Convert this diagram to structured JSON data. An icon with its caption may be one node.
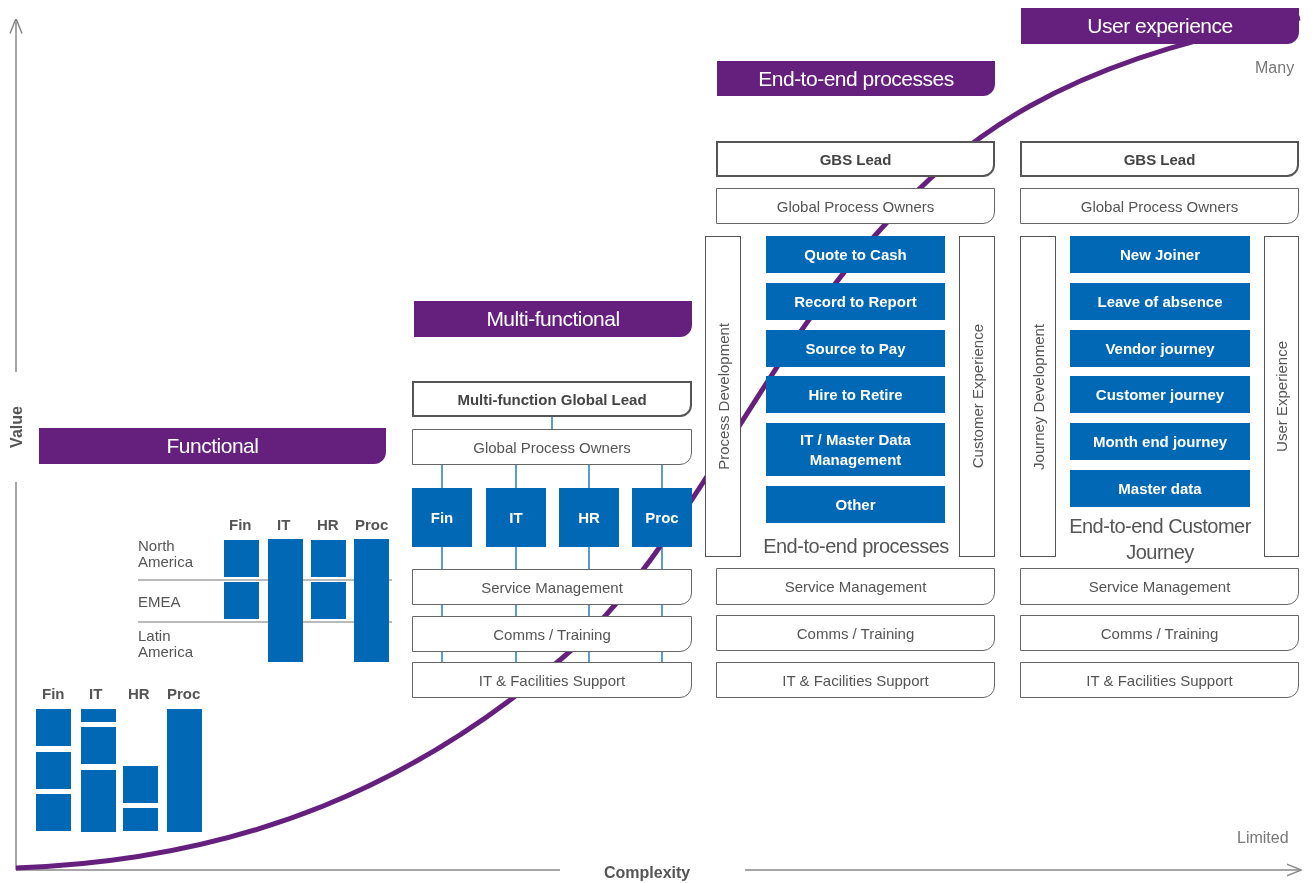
{
  "diagram": {
    "nodes": [
      {
        "text": [
          "Functional"
        ]
      },
      {
        "text": [],
        "shape": "bar"
      },
      {
        "text": [],
        "shape": "bar"
      },
      {
        "text": [],
        "shape": "bar"
      },
      {
        "text": [],
        "shape": "bar"
      },
      {
        "text": [],
        "shape": "bar"
      },
      {
        "text": [],
        "shape": "bar"
      },
      {
        "text": [],
        "shape": "bar"
      },
      {
        "text": [],
        "shape": "bar"
      },
      {
        "text": [],
        "shape": "bar"
      },
      {
        "text": [],
        "shape": "bar"
      },
      {
        "text": [],
        "shape": "bar"
      },
      {
        "text": [],
        "shape": "bar"
      },
      {
        "text": [],
        "shape": "bar"
      },
      {
        "text": [],
        "shape": "bar"
      },
      {
        "text": [],
        "shape": "bar"
      },
      {
        "text": [
          "Multi-functional"
        ]
      },
      {
        "text": [
          "Multi-function Global Lead"
        ]
      },
      {
        "text": [
          "Global Process Owners"
        ]
      },
      {
        "text": [
          "Fin"
        ]
      },
      {
        "text": [
          "IT"
        ]
      },
      {
        "text": [
          "HR"
        ]
      },
      {
        "text": [
          "Proc"
        ]
      },
      {
        "text": [
          "Service Management"
        ]
      },
      {
        "text": [
          "Comms / Training"
        ]
      },
      {
        "text": [
          "IT & Facilities Support"
        ]
      },
      {
        "text": [
          "End-to-end processes"
        ]
      },
      {
        "text": [
          "GBS Lead"
        ]
      },
      {
        "text": [
          "Global Process Owners"
        ]
      },
      {
        "text": [
          "Process Development"
        ]
      },
      {
        "text": [
          "Quote to Cash"
        ]
      },
      {
        "text": [
          "Record to Report"
        ]
      },
      {
        "text": [
          "Source to Pay"
        ]
      },
      {
        "text": [
          "Hire to Retire"
        ]
      },
      {
        "text": [
          "IT / Master Data Management"
        ]
      },
      {
        "text": [
          "Other"
        ]
      },
      {
        "text": [
          "Customer Experience"
        ]
      },
      {
        "text": [
          "Service Management"
        ]
      },
      {
        "text": [
          "Comms / Training"
        ]
      },
      {
        "text": [
          "IT & Facilities Support"
        ]
      },
      {
        "text": [
          "User experience"
        ]
      },
      {
        "text": [
          "GBS Lead"
        ]
      },
      {
        "text": [
          "Global Process Owners"
        ]
      },
      {
        "text": [
          "Journey Development"
        ]
      },
      {
        "text": [
          "New Joiner"
        ]
      },
      {
        "text": [
          "Leave of absence"
        ]
      },
      {
        "text": [
          "Vendor journey"
        ]
      },
      {
        "text": [
          "Customer journey"
        ]
      },
      {
        "text": [
          "Month end journey"
        ]
      },
      {
        "text": [
          "Master data"
        ]
      },
      {
        "text": [
          "User Experience"
        ]
      },
      {
        "text": [
          "Service Management"
        ]
      },
      {
        "text": [
          "Comms / Training"
        ]
      },
      {
        "text": [
          "IT & Facilities Support"
        ]
      }
    ],
    "edges": [
      {
        "from": 17,
        "to": 18,
        "arrow": "none"
      },
      {
        "from": 18,
        "to": 19,
        "arrow": "none"
      },
      {
        "from": 18,
        "to": 20,
        "arrow": "none"
      },
      {
        "from": 18,
        "to": 21,
        "arrow": "none"
      },
      {
        "from": 18,
        "to": 22,
        "arrow": "none"
      },
      {
        "from": 19,
        "to": 23,
        "arrow": "none"
      },
      {
        "from": 20,
        "to": 23,
        "arrow": "none"
      },
      {
        "from": 21,
        "to": 23,
        "arrow": "none"
      },
      {
        "from": 22,
        "to": 23,
        "arrow": "none"
      },
      {
        "from": 23,
        "to": 24,
        "arrow": "none"
      },
      {
        "from": 23,
        "to": 24,
        "arrow": "none"
      },
      {
        "from": 23,
        "to": 24,
        "arrow": "none"
      },
      {
        "from": 23,
        "to": 24,
        "arrow": "none"
      },
      {
        "from": 24,
        "to": 25,
        "arrow": "none"
      },
      {
        "from": 24,
        "to": 25,
        "arrow": "none"
      },
      {
        "from": 24,
        "to": 25,
        "arrow": "none"
      },
      {
        "from": 24,
        "to": 25,
        "arrow": "none"
      }
    ],
    "labels": [
      "Many",
      "Value",
      "End-to-end processes",
      "End-to-end Customer Journey",
      "Fin",
      "IT",
      "HR",
      "Proc",
      "North America",
      "EMEA",
      "Latin America",
      "Fin",
      "IT",
      "HR",
      "Proc",
      "Limited",
      "Complexity"
    ]
  }
}
